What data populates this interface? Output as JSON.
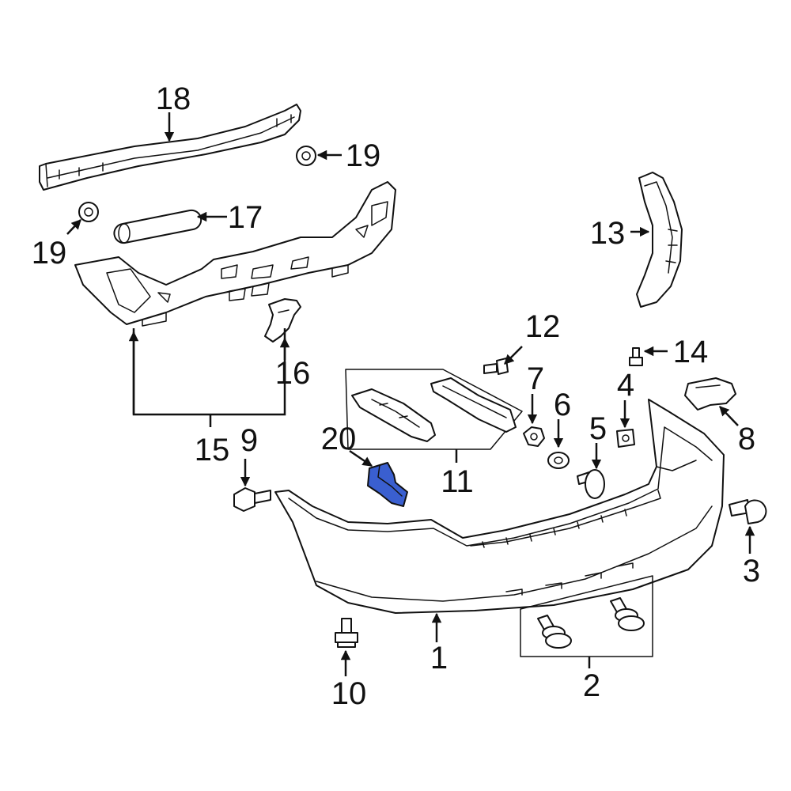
{
  "diagram": {
    "highlight_color": "#3a5fd0",
    "line_color": "#111111",
    "callouts": {
      "c1": "1",
      "c2": "2",
      "c3": "3",
      "c4": "4",
      "c5": "5",
      "c6": "6",
      "c7": "7",
      "c8": "8",
      "c9": "9",
      "c10": "10",
      "c11": "11",
      "c12": "12",
      "c13": "13",
      "c14": "14",
      "c15": "15",
      "c16": "16",
      "c17": "17",
      "c18": "18",
      "c19a": "19",
      "c19b": "19",
      "c20": "20"
    }
  }
}
